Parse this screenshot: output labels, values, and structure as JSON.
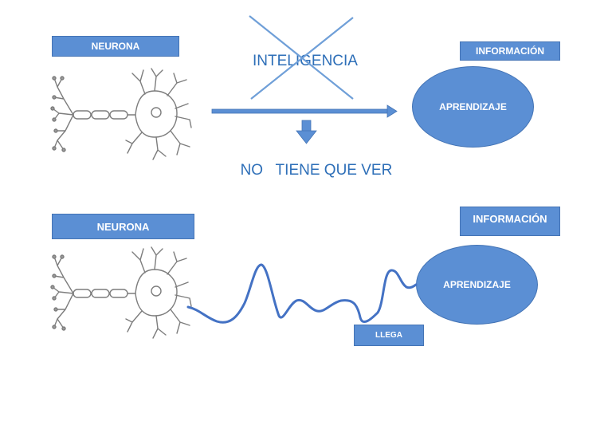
{
  "top": {
    "neuron_label": "NEURONA",
    "info_label": "INFORMACIÓN",
    "learning_label": "APRENDIZAJE",
    "crossed_word": "INTELIGENCIA",
    "conclusion": "NO   TIENE QUE VER"
  },
  "bottom": {
    "neuron_label": "NEURONA",
    "info_label": "INFORMACIÓN",
    "learning_label": "APRENDIZAJE",
    "arrives_label": "LLEGA"
  },
  "colors": {
    "box_fill": "#5b8fd4",
    "box_border": "#4474b5",
    "text_blue": "#2e6fb8",
    "wave": "#4472c4"
  }
}
